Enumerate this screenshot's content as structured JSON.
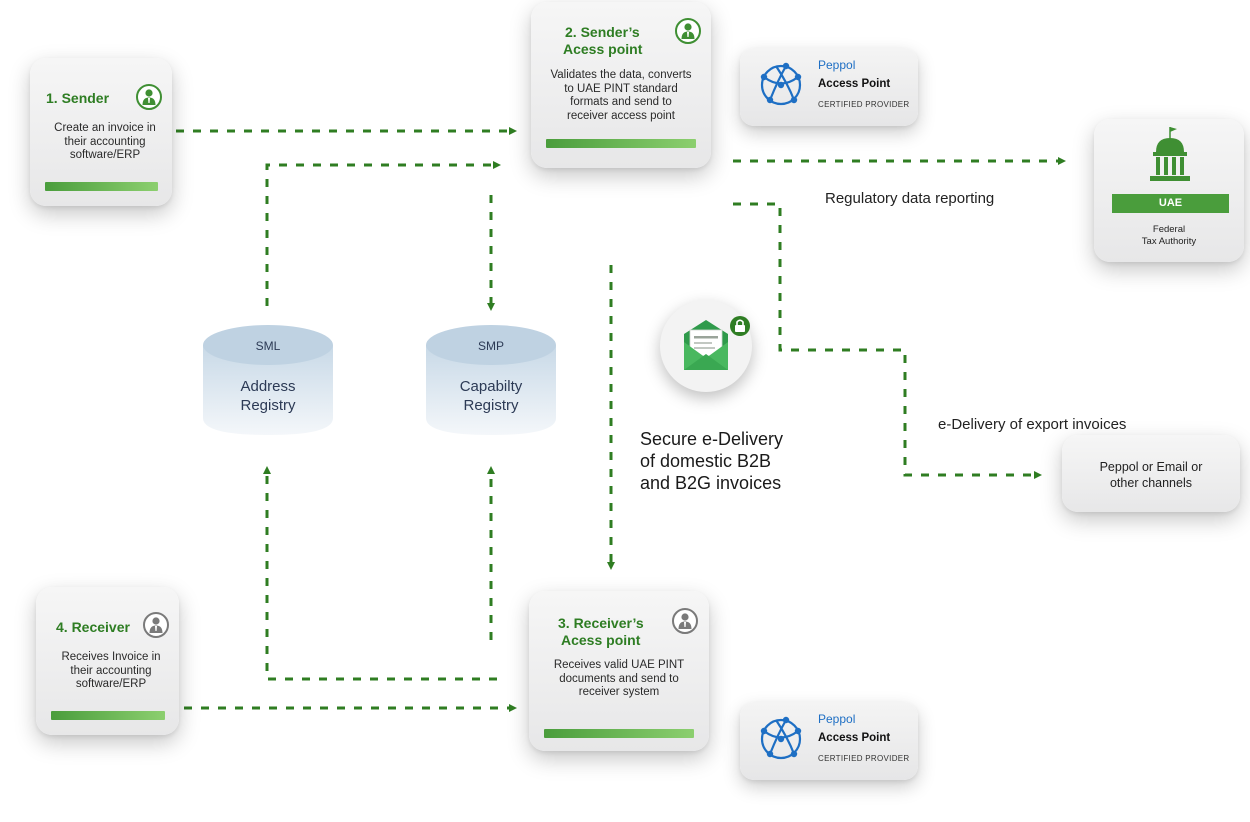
{
  "sender": {
    "title": "1. Sender",
    "desc": [
      "Create an invoice in",
      "their accounting",
      "software/ERP"
    ]
  },
  "sender_ap": {
    "title": [
      "2. Sender’s",
      "Acess point"
    ],
    "desc": [
      "Validates the data, converts",
      "to UAE PINT standard",
      "formats and send to",
      "receiver access point"
    ]
  },
  "receiver_ap": {
    "title": [
      "3. Receiver’s",
      "Acess point"
    ],
    "desc": [
      "Receives valid UAE PINT",
      "documents and send to",
      "receiver system"
    ]
  },
  "receiver": {
    "title": "4. Receiver",
    "desc": [
      "Receives Invoice in",
      "their accounting",
      "software/ERP"
    ]
  },
  "peppol_badge": {
    "name": "Peppol",
    "line": "Access Point",
    "sub": "CERTIFIED PROVIDER"
  },
  "fta": {
    "badge": "UAE",
    "line1": "Federal",
    "line2": "Tax Authority"
  },
  "sml": {
    "label": "SML",
    "name": [
      "Address",
      "Registry"
    ]
  },
  "smp": {
    "label": "SMP",
    "name": [
      "Capabilty",
      "Registry"
    ]
  },
  "labels": {
    "regulatory": "Regulatory data reporting",
    "export": "e-Delivery of export invoices",
    "secure": [
      "Secure e-Delivery",
      "of domestic B2B",
      "and B2G invoices"
    ]
  },
  "channels": [
    "Peppol or Email or",
    "other channels"
  ],
  "einvoice_icon": "e-invoice-envelope-lock-icon",
  "colors": {
    "green": "#2e7d23",
    "arrow": "#2f7d22",
    "peppol_blue": "#1e6fc4",
    "cylinder": "#c3d5e4"
  }
}
